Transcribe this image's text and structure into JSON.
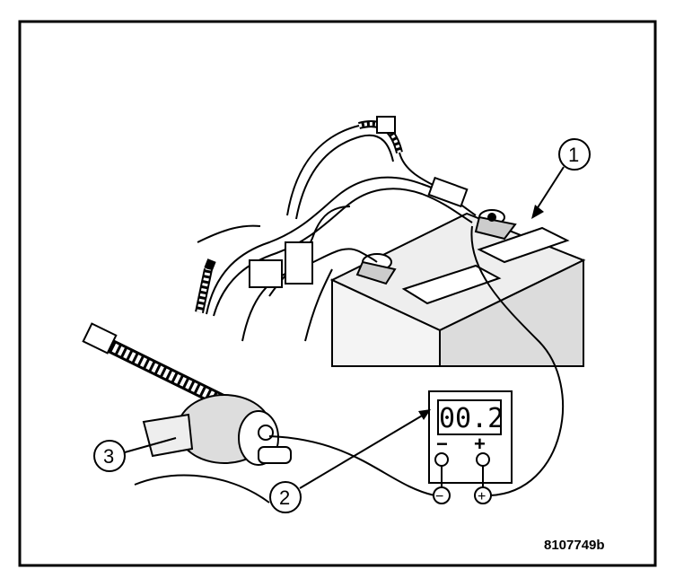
{
  "figure": {
    "id_label": "8107749b",
    "callouts": [
      {
        "number": "1"
      },
      {
        "number": "2"
      },
      {
        "number": "3"
      }
    ],
    "meter": {
      "display": "00.2",
      "negative_label": "−",
      "positive_label": "+"
    }
  }
}
